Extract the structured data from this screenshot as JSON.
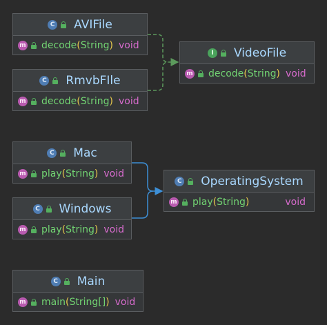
{
  "classes": {
    "avifile": {
      "name": "AVIFile",
      "badge": "C",
      "method": {
        "name": "decode",
        "open": "(",
        "param": "String",
        "close": ")",
        "ret": "void",
        "badge": "m"
      }
    },
    "rmvbfile": {
      "name": "RmvbFIle",
      "badge": "C",
      "method": {
        "name": "decode",
        "open": "(",
        "param": "String",
        "close": ")",
        "ret": "void",
        "badge": "m"
      }
    },
    "videofile": {
      "name": "VideoFile",
      "badge": "I",
      "method": {
        "name": "decode",
        "open": "(",
        "param": "String",
        "close": ")",
        "ret": "void",
        "badge": "m"
      }
    },
    "mac": {
      "name": "Mac",
      "badge": "C",
      "method": {
        "name": "play",
        "open": "(",
        "param": "String",
        "close": ")",
        "ret": "void",
        "badge": "m"
      }
    },
    "windows": {
      "name": "Windows",
      "badge": "C",
      "method": {
        "name": "play",
        "open": "(",
        "param": "String",
        "close": ")",
        "ret": "void",
        "badge": "m"
      }
    },
    "os": {
      "name": "OperatingSystem",
      "badge": "C",
      "method": {
        "name": "play",
        "open": "(",
        "param": "String",
        "close": ")",
        "ret": "void",
        "badge": "m"
      }
    },
    "main": {
      "name": "Main",
      "badge": "C",
      "method": {
        "name": "main",
        "open": "(",
        "param": "String[]",
        "close": ")",
        "ret": "void",
        "badge": "m"
      }
    }
  },
  "colors": {
    "background": "#2b2b2b",
    "implements_arrow": "#5c9a5c",
    "extends_arrow": "#3d8fd6"
  }
}
